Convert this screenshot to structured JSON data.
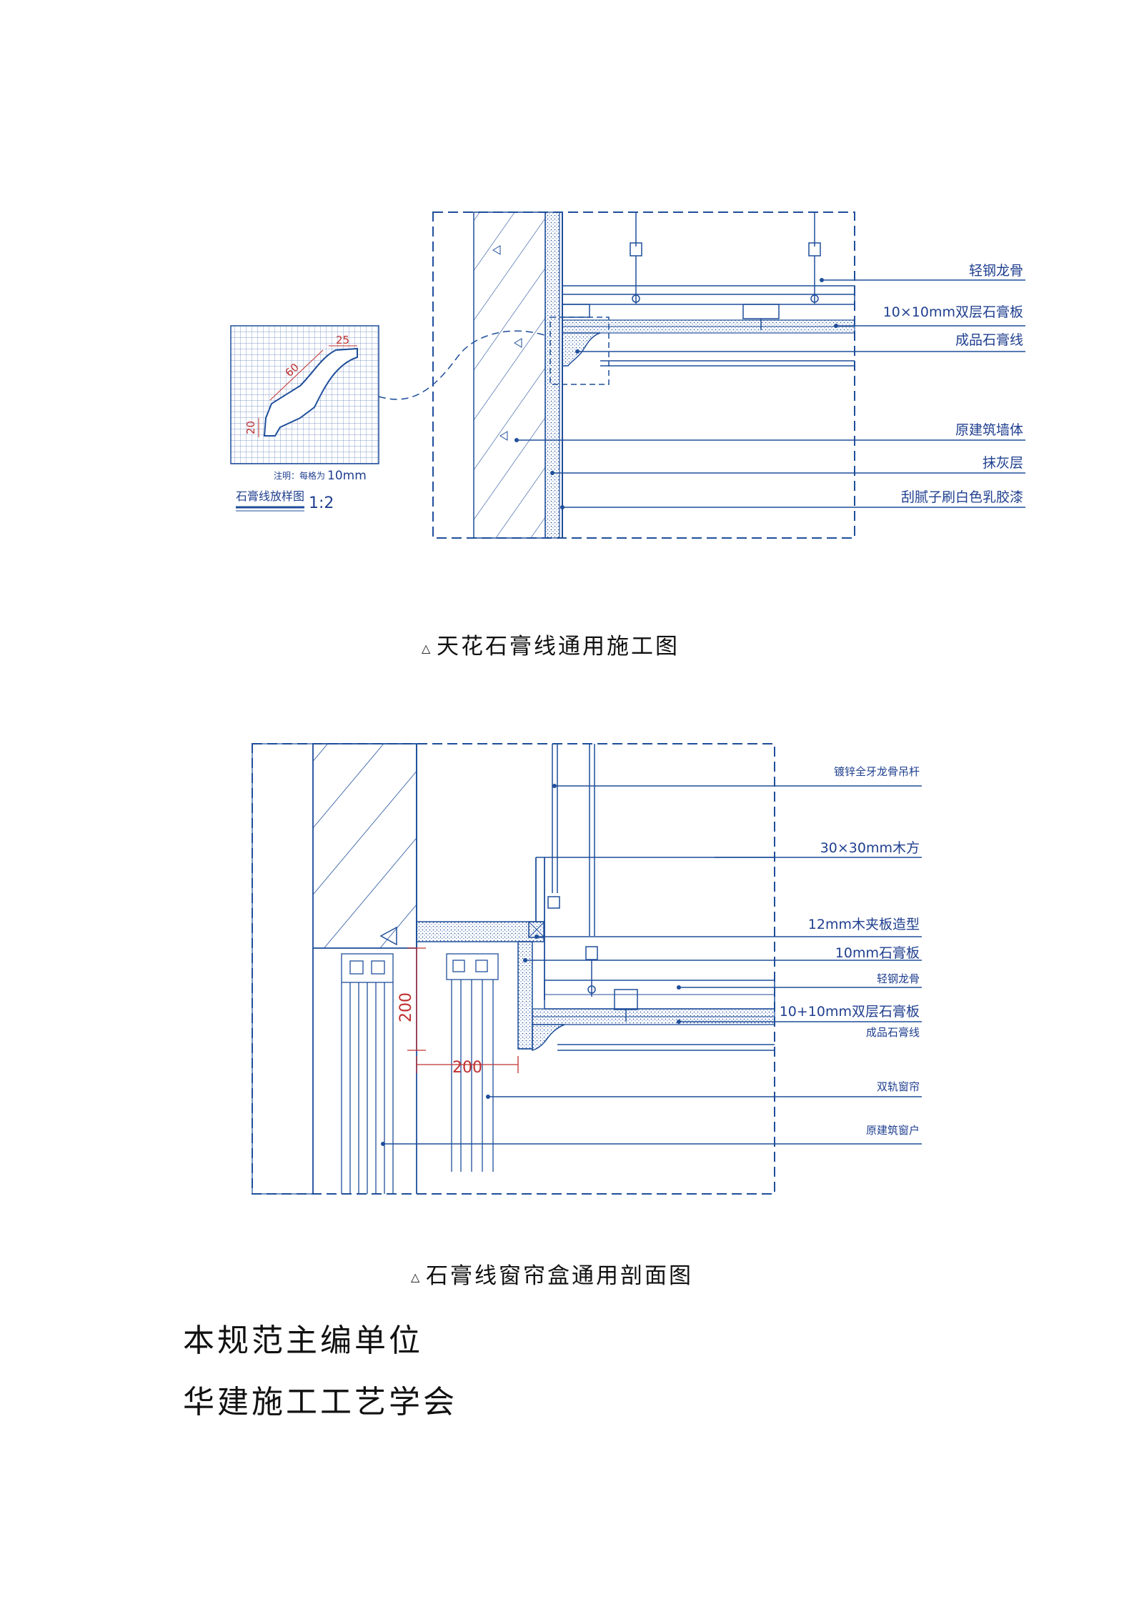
{
  "figure1": {
    "caption_mark": "△",
    "caption": "天花石膏线通用施工图",
    "labels": [
      "轻钢龙骨",
      "10×10mm双层石膏板",
      "成品石膏线",
      "原建筑墙体",
      "抹灰层",
      "刮腻子刷白色乳胶漆"
    ],
    "detail": {
      "dim_25": "25",
      "dim_60": "60",
      "dim_20": "20",
      "note_prefix": "注明：每格为",
      "note_value": "10mm",
      "title": "石膏线放样图",
      "scale": "1:2"
    }
  },
  "figure2": {
    "caption_mark": "△",
    "caption": "石膏线窗帘盒通用剖面图",
    "labels": [
      "镀锌全牙龙骨吊杆",
      "30×30mm木方",
      "12mm木夹板造型",
      "10mm石膏板",
      "轻钢龙骨",
      "10+10mm双层石膏板",
      "成品石膏线",
      "双轨窗帘",
      "原建筑窗户"
    ],
    "dims": {
      "vertical": "200",
      "horizontal": "200"
    }
  },
  "footer": {
    "line1": "本规范主编单位",
    "line2": "华建施工工艺学会"
  },
  "colors": {
    "line": "#1f4e9a",
    "dim": "#c03030",
    "text": "#111111"
  }
}
